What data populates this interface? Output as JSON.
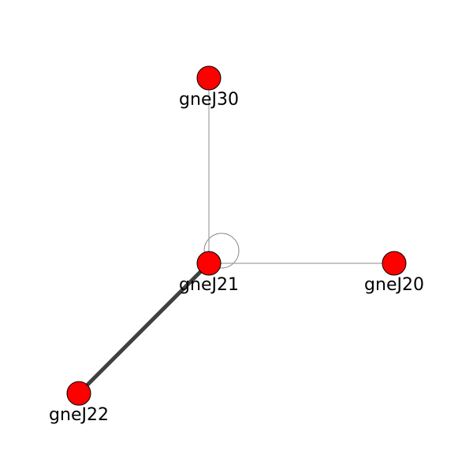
{
  "graph": {
    "node_color": "#ff0000",
    "node_stroke": "#000000",
    "edge_color_thin": "#8c8c8c",
    "edge_color_thick": "#404040",
    "nodes": [
      {
        "id": "gneJ30",
        "label": "gneJ30"
      },
      {
        "id": "gneJ21",
        "label": "gneJ21"
      },
      {
        "id": "gneJ20",
        "label": "gneJ20"
      },
      {
        "id": "gneJ22",
        "label": "gneJ22"
      }
    ],
    "edges": [
      {
        "from": "gneJ30",
        "to": "gneJ21",
        "weight": "thin"
      },
      {
        "from": "gneJ21",
        "to": "gneJ20",
        "weight": "thin"
      },
      {
        "from": "gneJ21",
        "to": "gneJ22",
        "weight": "thick"
      },
      {
        "from": "gneJ21",
        "to": "gneJ21",
        "weight": "thin",
        "self_loop": true
      }
    ]
  }
}
